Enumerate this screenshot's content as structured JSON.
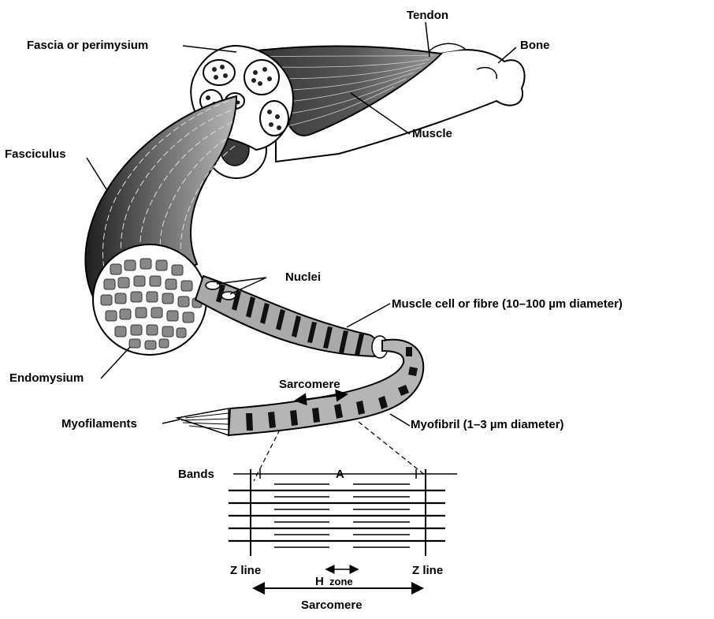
{
  "labels": {
    "tendon": "Tendon",
    "bone": "Bone",
    "fascia": "Fascia or perimysium",
    "muscle": "Muscle",
    "fasciculus": "Fasciculus",
    "nuclei": "Nuclei",
    "muscle_cell": "Muscle cell or fibre (10–100 µm diameter)",
    "endomysium": "Endomysium",
    "sarcomere_top": "Sarcomere",
    "myofilaments": "Myofilaments",
    "myofibril": "Myofibril (1–3 µm diameter)",
    "bands": "Bands",
    "a_band": "A",
    "z_line_left": "Z line",
    "z_line_right": "Z line",
    "h_letter": "H",
    "h_zone": "zone",
    "sarcomere_bottom": "Sarcomere"
  }
}
